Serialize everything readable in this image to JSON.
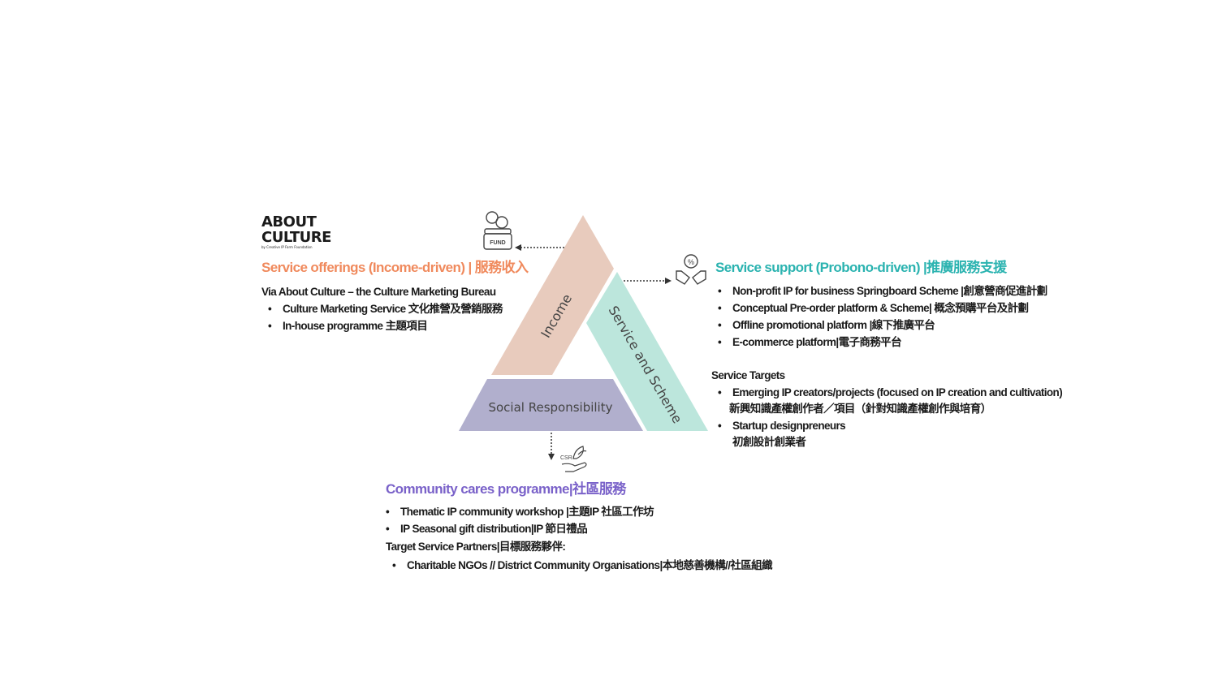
{
  "logo": {
    "line1": "ABOUT",
    "line2": "CULTURE",
    "tagline": "by Creative IP Farm Foundation"
  },
  "colors": {
    "income": "#e8cbbd",
    "service": "#bce6dc",
    "social": "#b1afcd",
    "orange": "#f08a5d",
    "teal": "#2bb3b0",
    "purple": "#7a62c9"
  },
  "triangle": {
    "income": "Income",
    "service": "Service and Scheme",
    "social": "Social Responsibility"
  },
  "icons": {
    "fund": "fund-jar-icon",
    "fund_label": "FUND",
    "handshake": "handshake-percent-icon",
    "csr": "csr-hand-leaf-icon",
    "csr_label": "CSR"
  },
  "income_section": {
    "title": "Service offerings (Income-driven) | 服務收入",
    "subtitle": "Via About Culture – the Culture Marketing Bureau",
    "items": [
      "Culture Marketing Service 文化推營及營銷服務",
      "In-house programme 主題項目"
    ]
  },
  "service_section": {
    "title": "Service support (Probono-driven) |推廣服務支援",
    "items": [
      "Non-profit IP for business Springboard Scheme |創意營商促進計劃",
      "Conceptual Pre-order platform & Scheme| 概念預購平台及計劃",
      "Offline promotional  platform |線下推廣平台",
      "E-commerce platform|電子商務平台"
    ],
    "targets_title": "Service Targets",
    "targets": [
      {
        "en": "Emerging IP creators/projects (focused on IP creation and cultivation)",
        "zh": "新興知識產權創作者／項目（針對知識產權創作與培育）"
      },
      {
        "en": "Startup designpreneurs",
        "zh": "初創設計創業者"
      }
    ]
  },
  "community_section": {
    "title": "Community cares programme|社區服務",
    "items": [
      "Thematic IP community  workshop |主題IP 社區工作坊",
      "IP Seasonal gift distribution|IP 節日禮品"
    ],
    "partners_title": "Target Service Partners|目標服務夥伴:",
    "partners": [
      "Charitable NGOs // District Community Organisations|本地慈善機構//社區組織"
    ]
  }
}
